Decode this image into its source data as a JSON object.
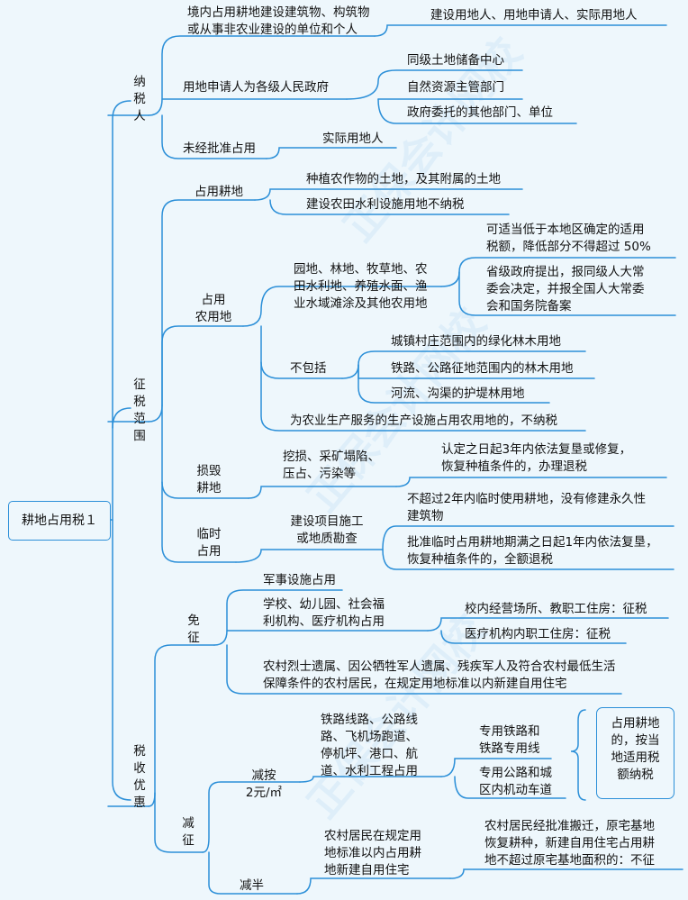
{
  "root": "耕地占用税１",
  "watermark": "正保会计网校",
  "taxpayer": {
    "title": "纳\n税\n人",
    "b1": "境内占用耕地建设建筑物、构筑物\n或从事非农业建设的单位和个人",
    "b1_leaf": "建设用地人、用地申请人、实际用地人",
    "b2": "用地申请人为各级人民政府",
    "b2_leaves": [
      "同级土地储备中心",
      "自然资源主管部门",
      "政府委托的其他部门、单位"
    ],
    "b3": "未经批准占用",
    "b3_leaf": "实际用地人"
  },
  "scope": {
    "title": "征\n税\n范\n围",
    "farmland": "占用耕地",
    "farmland_leaves": [
      "种植农作物的土地，及其附属的土地",
      "建设农田水利设施用地不纳税"
    ],
    "agri": "占用\n农用地",
    "agri_desc": "园地、林地、牧草地、农\n田水利地、养殖水面、渔\n业水域滩涂及其他农用地",
    "agri_leaves": [
      "可适当低于本地区确定的适用\n税额，降低部分不得超过 50%",
      "省级政府提出，报同级人大常\n委会决定，并报全国人大常委\n会和国务院备案"
    ],
    "exclude": "不包括",
    "exclude_leaves": [
      "城镇村庄范围内的绿化林木用地",
      "铁路、公路征地范围内的林木用地",
      "河流、沟渠的护堤林用地"
    ],
    "agri_service": "为农业生产服务的生产设施占用农用地的，不纳税",
    "damage": "损毁\n耕地",
    "damage_desc": "挖损、采矿塌陷、\n压占、污染等",
    "damage_leaf": "认定之日起3年内依法复垦或修复，\n恢复种植条件的，办理退税",
    "temp": "临时\n占用",
    "temp_desc": "建设项目施工\n或地质勘查",
    "temp_leaves": [
      "不超过2年内临时使用耕地，没有修建永久性\n建筑物",
      "批准临时占用耕地期满之日起1年内依法复垦，\n恢复种植条件的，全额退税"
    ]
  },
  "relief": {
    "title": "税\n收\n优\n惠",
    "exempt": "免\n征",
    "military": "军事设施占用",
    "schools": "学校、幼儿园、社会福\n利机构、医疗机构占用",
    "schools_leaves": [
      "校内经营场所、教职工住房：征税",
      "医疗机构内职工住房：征税"
    ],
    "rural_family": "农村烈士遗属、因公牺牲军人遗属、残疾军人及符合农村最低生活\n保障条件的农村居民，在规定用地标准以内新建自用住宅",
    "reduce": "减\n征",
    "reduce2": "减按\n2元/㎡",
    "reduce2_desc": "铁路线路、公路线\n路、飞机场跑道、\n停机坪、港口、航\n道、水利工程占用",
    "reduce2_leaves": [
      "专用铁路和\n铁路专用线",
      "专用公路和城\n区内机动车道"
    ],
    "reduce2_note": "占用耕地\n的，按当\n地适用税\n额纳税",
    "half": "减半",
    "half_desc": "农村居民在规定用\n地标准以内占用耕\n地新建自用住宅",
    "half_leaf": "农村居民经批准搬迁，原宅基地\n恢复耕种，新建自用住宅占用耕\n地不超过原宅基地面积的：不征"
  }
}
